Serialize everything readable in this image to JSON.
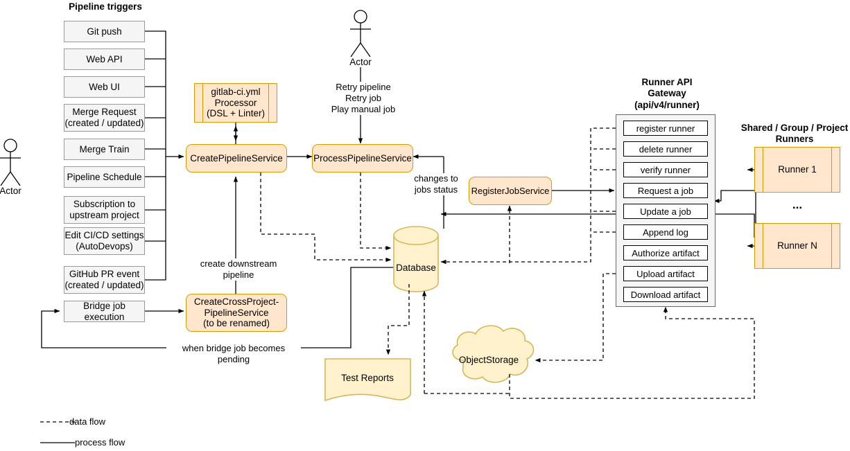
{
  "title": "GitLab CI/CD pipeline architecture diagram",
  "headings": {
    "pipeline_triggers": "Pipeline triggers",
    "runner_api_gateway": "Runner API\nGateway\n(api/v4/runner)",
    "runners_group": "Shared / Group / Project\nRunners"
  },
  "actors": [
    {
      "name": "actor-left",
      "label": "Actor"
    },
    {
      "name": "actor-top",
      "label": "Actor"
    }
  ],
  "triggers": [
    {
      "label": "Git push"
    },
    {
      "label": "Web API"
    },
    {
      "label": "Web UI"
    },
    {
      "label": "Merge Request\n(created / updated)"
    },
    {
      "label": "Merge Train"
    },
    {
      "label": "Pipeline Schedule"
    },
    {
      "label": "Subscription to\nupstream project"
    },
    {
      "label": "Edit CI/CD settings\n(AutoDevops)"
    },
    {
      "label": "GitHub PR event\n(created / updated)"
    },
    {
      "label": "Bridge job execution"
    }
  ],
  "services": {
    "yml_processor": "gitlab-ci.yml\nProcessor\n(DSL + Linter)",
    "create_pipeline": "CreatePipelineService",
    "process_pipeline": "ProcessPipelineService",
    "register_job": "RegisterJobService",
    "create_cross_project": "CreateCrossProject-\nPipelineService\n(to be renamed)"
  },
  "stores": {
    "database": "Database",
    "test_reports": "Test Reports",
    "object_storage": "ObjectStorage"
  },
  "edge_labels": {
    "retry": "Retry pipeline\nRetry job\nPlay manual job",
    "changes_to_jobs_status": "changes to\njobs status",
    "create_downstream": "create downstream\npipeline",
    "bridge_pending": "when bridge job becomes pending"
  },
  "api_endpoints": [
    {
      "label": "register runner"
    },
    {
      "label": "delete runner"
    },
    {
      "label": "verify runner"
    },
    {
      "label": "Request a job"
    },
    {
      "label": "Update a job"
    },
    {
      "label": "Append log"
    },
    {
      "label": "Authorize artifact"
    },
    {
      "label": "Upload artifact"
    },
    {
      "label": "Download artifact"
    }
  ],
  "runners": [
    {
      "label": "Runner 1"
    },
    {
      "label": "Runner N"
    }
  ],
  "runners_ellipsis": "...",
  "legend": [
    {
      "style": "dashed",
      "label": "data flow"
    },
    {
      "style": "solid",
      "label": "process flow"
    }
  ],
  "colors": {
    "service_fill": "#ffe6cc",
    "service_stroke": "#d79b00",
    "store_fill": "#fff2cc",
    "store_stroke": "#d6b656",
    "trigger_fill": "#f5f5f5",
    "trigger_stroke": "#999999",
    "panel_fill": "#f5f5f5",
    "panel_stroke": "#666666",
    "line": "#000000"
  }
}
